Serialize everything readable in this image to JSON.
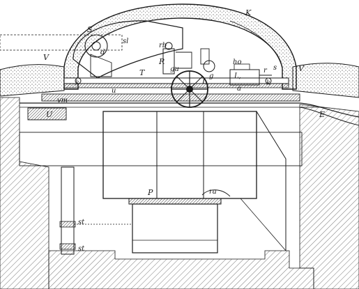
{
  "labels": {
    "K": "K",
    "S": "S",
    "sl": "sl",
    "V_left": "V",
    "V_right": "V",
    "rb": "rb",
    "R": "R",
    "T": "T",
    "d": "d",
    "L": "L",
    "L1": "L,",
    "g": "g",
    "gu": "gu",
    "ho": "ho",
    "a": "a",
    "r": "r",
    "k_left": "k",
    "k_right": "k",
    "s": "s",
    "u": "u",
    "vm": "vm",
    "U": "U",
    "E": "E",
    "P": "P",
    "ra": "ra",
    "st_upper": "st",
    "st_lower": "st"
  },
  "colors": {
    "ink": "#1a1a1a",
    "paper": "#ffffff",
    "hatch": "#555555"
  }
}
